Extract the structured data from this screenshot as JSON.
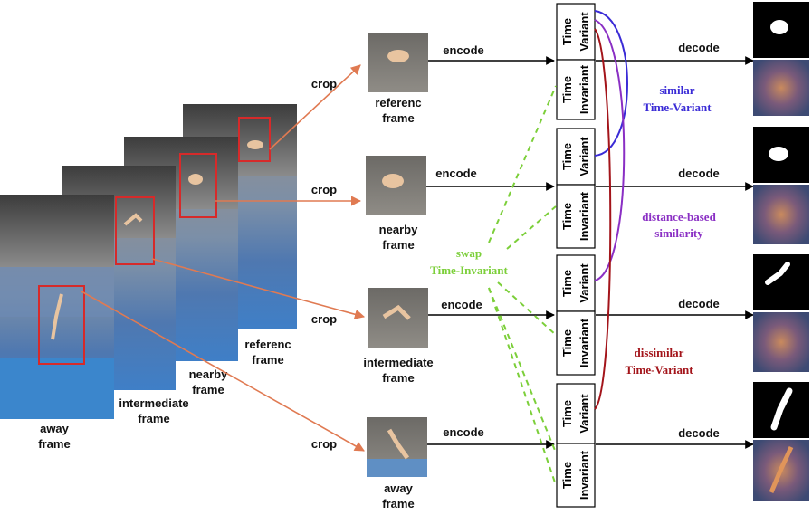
{
  "stack_labels": {
    "away": [
      "away",
      "frame"
    ],
    "intermediate": [
      "intermediate",
      "frame"
    ],
    "nearby": [
      "nearby",
      "frame"
    ],
    "reference": [
      "referenc",
      "frame"
    ]
  },
  "crop_label": "crop",
  "encode_label": "encode",
  "decode_label": "decode",
  "crops": [
    {
      "label": [
        "referenc",
        "frame"
      ]
    },
    {
      "label": [
        "nearby",
        "frame"
      ]
    },
    {
      "label": [
        "intermediate",
        "frame"
      ]
    },
    {
      "label": [
        "away",
        "frame"
      ]
    }
  ],
  "slot_top": "Time",
  "slot_variant": "Variant",
  "slot_invariant": "Invariant",
  "annotations": {
    "similar": {
      "text": [
        "similar",
        "Time-Variant"
      ],
      "color": "#3a2bd6"
    },
    "distance": {
      "text": [
        "distance-based",
        "similarity"
      ],
      "color": "#8a2fc4"
    },
    "dissimilar": {
      "text": [
        "dissimilar",
        "Time-Variant"
      ],
      "color": "#a3141a"
    },
    "swap": {
      "text": [
        "swap",
        "Time-Invariant"
      ],
      "color": "#7ccf3a"
    }
  },
  "colors": {
    "crop_arrow": "#e07a52",
    "bbox": "#d62a2a"
  }
}
